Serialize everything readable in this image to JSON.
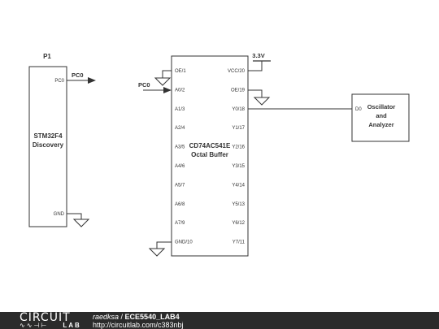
{
  "schematic": {
    "p1": {
      "ref": "P1",
      "name_line1": "STM32F4",
      "name_line2": "Discovery",
      "pin_pc0": "PC0",
      "pin_gnd": "GND",
      "net_pc0": "PC0"
    },
    "buffer": {
      "name_line1": "CD74AC541E",
      "name_line2": "Octal Buffer",
      "left_pins": [
        "OE/1",
        "A0/2",
        "A1/3",
        "A2/4",
        "A3/5",
        "A4/6",
        "A5/7",
        "A6/8",
        "A7/9",
        "GND/10"
      ],
      "right_pins": [
        "VCC/20",
        "OE/19",
        "Y0/18",
        "Y1/17",
        "Y2/16",
        "Y3/15",
        "Y4/14",
        "Y5/13",
        "Y6/12",
        "Y7/11"
      ],
      "net_a0": "PC0",
      "supply": "3.3V"
    },
    "oscillator": {
      "line1": "Oscillator",
      "line2": "and",
      "line3": "Analyzer",
      "pin": "D0"
    }
  },
  "footer": {
    "logo_top": "CIRCUIT",
    "logo_bottom": "LAB",
    "user": "raedksa",
    "separator": " / ",
    "project": "ECE5540_LAB4",
    "url": "http://circuitlab.com/c383nbj"
  }
}
